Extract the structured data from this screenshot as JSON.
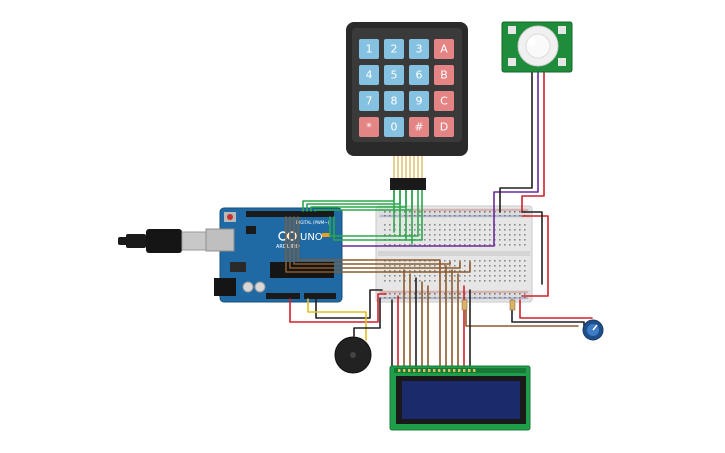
{
  "keypad": {
    "keys": [
      [
        "1",
        "2",
        "3",
        "A"
      ],
      [
        "4",
        "5",
        "6",
        "B"
      ],
      [
        "7",
        "8",
        "9",
        "C"
      ],
      [
        "*",
        "0",
        "#",
        "D"
      ]
    ]
  },
  "arduino": {
    "model": "UNO",
    "brand": "ARDUINO",
    "header_label": "DIGITAL (PWM~)"
  },
  "colors": {
    "board_blue": "#1f6aa5",
    "breadboard": "#e8e8e8",
    "key_numeric": "#85c1e0",
    "key_letter": "#e58484",
    "keypad_body": "#2a2a2a",
    "pir_board": "#1e8c3a",
    "lcd_board": "#1f9e4a",
    "lcd_screen": "#1b2a6b",
    "wire_green": "#2aa84a",
    "wire_brown": "#8b5a2b",
    "wire_red": "#d0202a",
    "wire_black": "#202020",
    "wire_purple": "#6a2a9a",
    "wire_yellow": "#e0c020"
  },
  "icons": [
    "usb-cable-icon",
    "buzzer-icon",
    "potentiometer-icon",
    "pir-sensor-icon"
  ]
}
